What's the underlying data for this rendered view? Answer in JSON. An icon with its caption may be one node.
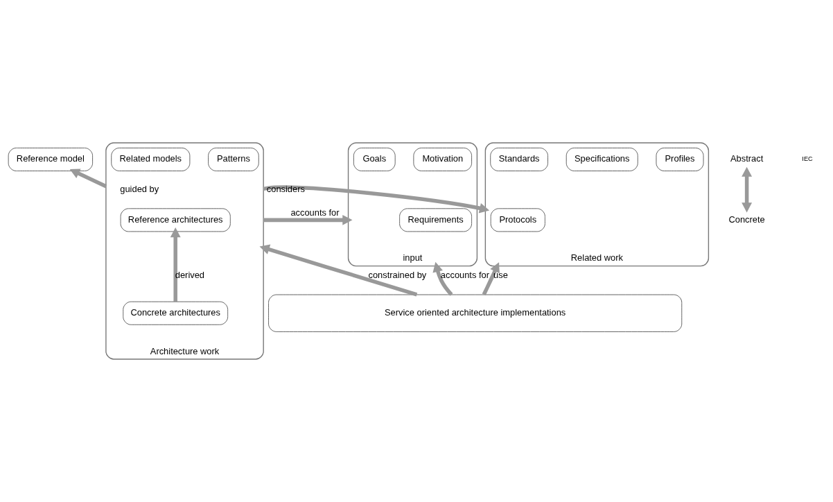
{
  "diagram": {
    "nodes": [
      {
        "text": [
          "Reference model"
        ]
      },
      {
        "text": [
          "input"
        ]
      },
      {
        "text": [
          "Requirements"
        ],
        "in": 1
      },
      {
        "text": [
          "Motivation"
        ],
        "in": 1
      },
      {
        "text": [
          "Goals"
        ],
        "in": 1
      },
      {
        "text": [
          "Architecture work"
        ]
      },
      {
        "text": [
          "Reference architectures"
        ],
        "in": 5
      },
      {
        "text": [
          "Patterns"
        ],
        "in": 5
      },
      {
        "text": [
          "Concrete architectures"
        ],
        "in": 5
      },
      {
        "text": [
          "Related models"
        ],
        "in": 5
      },
      {
        "text": [
          "Related work"
        ]
      },
      {
        "text": [
          "Protocols"
        ],
        "in": 10
      },
      {
        "text": [
          "Profiles"
        ],
        "in": 10
      },
      {
        "text": [
          "Specifications"
        ],
        "in": 10
      },
      {
        "text": [
          "Standards"
        ],
        "in": 10
      },
      {
        "text": [
          "Service oriented architecture implementations"
        ]
      },
      {
        "text": [
          "Abstract"
        ]
      },
      {
        "text": [
          "Concrete"
        ]
      }
    ],
    "edges": [
      {
        "from": 5,
        "to": 0,
        "arrow": "to",
        "label": "guided by"
      },
      {
        "from": 5,
        "to": 1,
        "arrow": "to",
        "label": "accounts for"
      },
      {
        "from": 5,
        "to": 10,
        "arrow": "to",
        "label": "considers"
      },
      {
        "from": 8,
        "to": 6,
        "arrow": "to",
        "label": "derived"
      },
      {
        "from": 15,
        "to": 1,
        "arrow": "to",
        "label": "accounts for"
      },
      {
        "from": 15,
        "to": 5,
        "arrow": "to",
        "label": "constrained by"
      },
      {
        "from": 15,
        "to": 10,
        "arrow": "to",
        "label": "use"
      },
      {
        "from": 16,
        "to": 17,
        "arrow": "both"
      }
    ],
    "labels": [
      "IEC"
    ]
  }
}
